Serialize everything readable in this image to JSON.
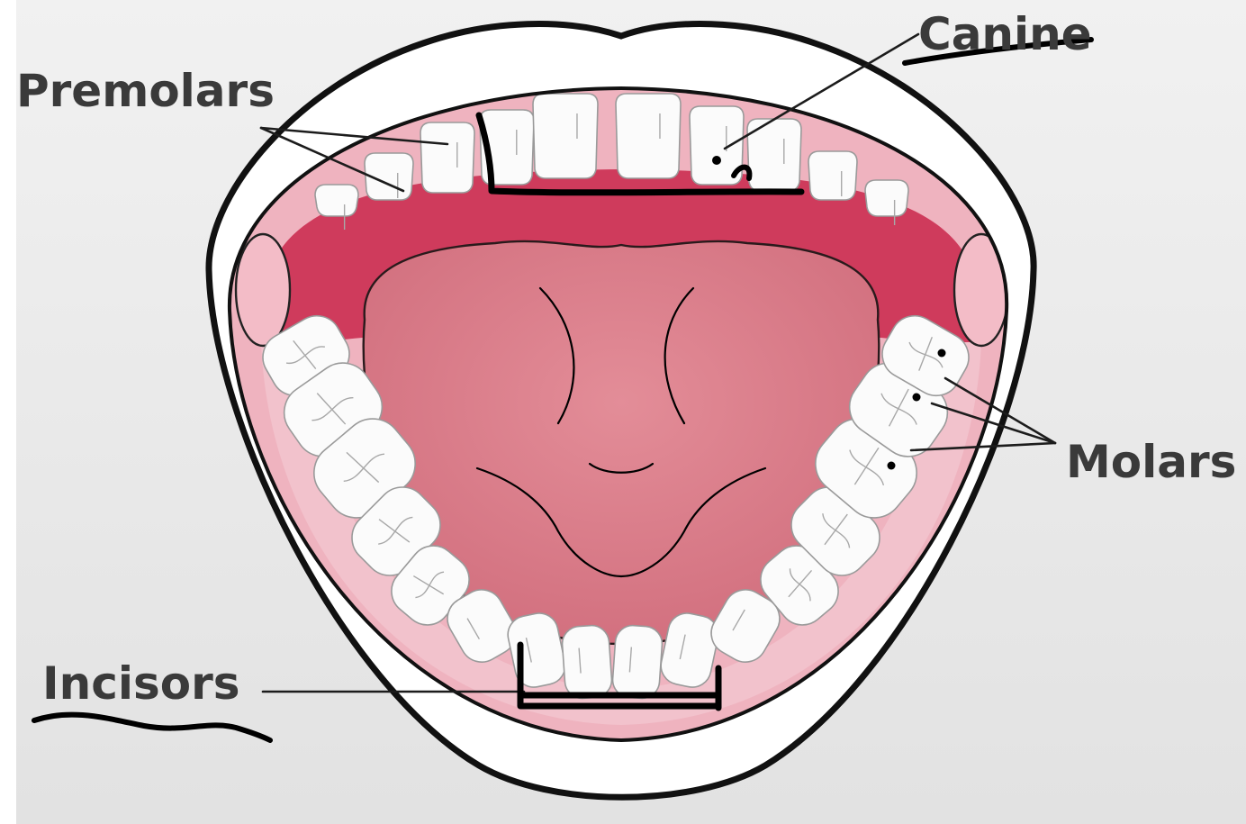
{
  "labels": {
    "canine": "Canine",
    "premolars": "Premolars",
    "molars": "Molars",
    "incisors": "Incisors"
  },
  "colors": {
    "background_top": "#f1f1f1",
    "background_bottom": "#e2e2e2",
    "lip_fill": "#ffffff",
    "outline": "#111111",
    "gum": "#efb3bf",
    "palate": "#cf3b5c",
    "tongue": "#dd7f8c",
    "tooth": "#fbfbfb",
    "ink": "#000000",
    "label_text": "#3a3a3a"
  }
}
